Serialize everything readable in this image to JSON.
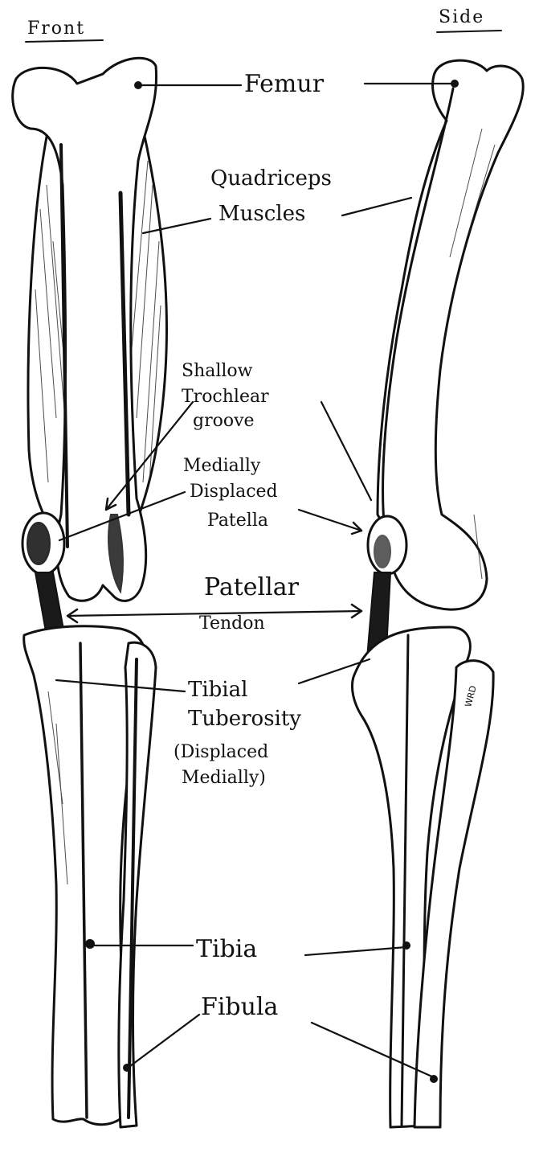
{
  "views": {
    "front": "Front",
    "side": "Side"
  },
  "labels": {
    "femur": "Femur",
    "quadriceps_line1": "Quadriceps",
    "quadriceps_line2": "Muscles",
    "trochlear_line1": "Shallow",
    "trochlear_line2": "Trochlear",
    "trochlear_line3": "groove",
    "patella_line1": "Medially",
    "patella_line2": "Displaced",
    "patella_line3": "Patella",
    "tendon_line1": "Patellar",
    "tendon_line2": "Tendon",
    "tuberosity_line1": "Tibial",
    "tuberosity_line2": "Tuberosity",
    "tuberosity_line3": "(Displaced",
    "tuberosity_line4": "Medially)",
    "tibia": "Tibia",
    "fibula": "Fibula"
  },
  "signature": "WRD"
}
